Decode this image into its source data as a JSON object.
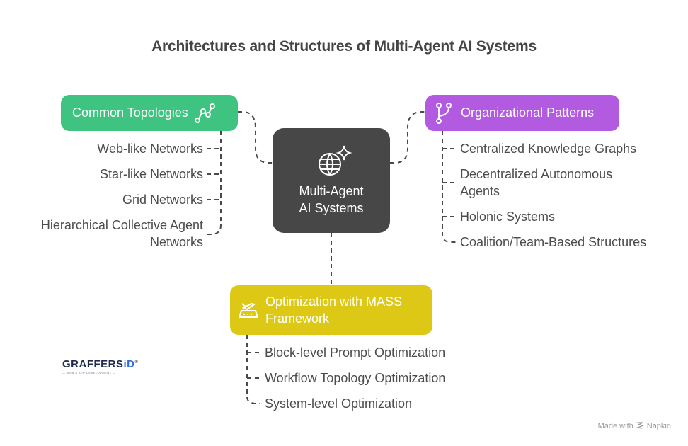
{
  "title": "Architectures and Structures of Multi-Agent AI Systems",
  "center": {
    "label_line1": "Multi-Agent",
    "label_line2": "AI Systems",
    "icon": "globe-sparkle-icon",
    "color": "#474747"
  },
  "branches": {
    "topologies": {
      "label": "Common Topologies",
      "icon": "line-chart-nodes-icon",
      "color": "#3ec381",
      "items": [
        {
          "line1": "Web-like Networks"
        },
        {
          "line1": "Star-like Networks"
        },
        {
          "line1": "Grid Networks"
        },
        {
          "line1": "Hierarchical Collective Agent",
          "line2": "Networks"
        }
      ]
    },
    "organizational": {
      "label": "Organizational Patterns",
      "icon": "git-branch-icon",
      "color": "#b25be0",
      "items": [
        {
          "line1": "Centralized Knowledge Graphs"
        },
        {
          "line1": "Decentralized Autonomous",
          "line2": "Agents"
        },
        {
          "line1": "Holonic Systems"
        },
        {
          "line1": "Coalition/Team-Based Structures"
        }
      ]
    },
    "optimization": {
      "label": "Optimization with MASS Framework",
      "icon": "airplane-runway-icon",
      "color": "#ddc915",
      "items": [
        {
          "line1": "Block-level Prompt Optimization"
        },
        {
          "line1": "Workflow Topology Optimization"
        },
        {
          "line1": "System-level Optimization"
        }
      ]
    }
  },
  "logo": {
    "brand_main": "GRAFFERS",
    "brand_accent": "iD",
    "registered": "®",
    "tagline": "— WEB & APP DEVELOPMENT —"
  },
  "footer": {
    "made_with": "Made with",
    "brand": "Napkin",
    "icon": "napkin-logo-icon"
  }
}
